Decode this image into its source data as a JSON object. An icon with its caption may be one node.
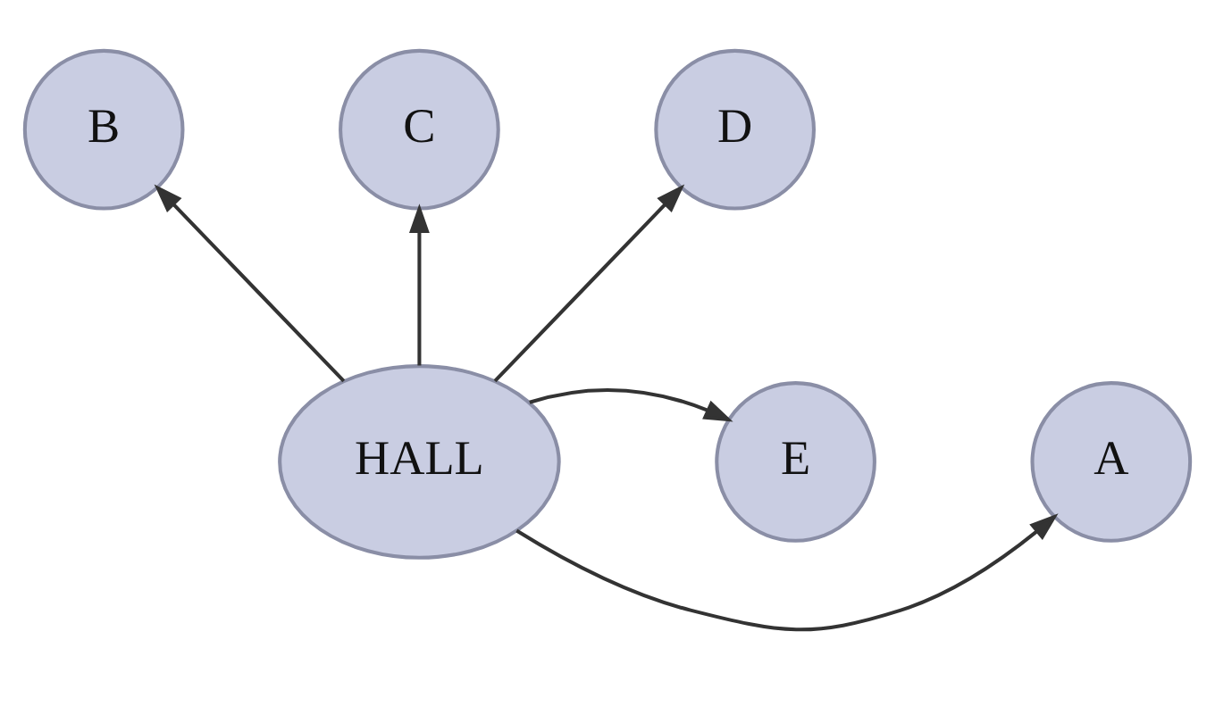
{
  "diagram": {
    "nodes": [
      {
        "text": [
          "C"
        ]
      },
      {
        "text": [
          "B"
        ]
      },
      {
        "text": [
          "D"
        ]
      },
      {
        "text": [
          "A"
        ]
      },
      {
        "text": [
          "HALL"
        ]
      },
      {
        "text": [
          "E"
        ]
      }
    ],
    "edges": [
      {
        "from": 4,
        "to": 3,
        "arrow": "to"
      },
      {
        "from": 4,
        "to": 1,
        "arrow": "to"
      },
      {
        "from": 4,
        "to": 0,
        "arrow": "to"
      },
      {
        "from": 4,
        "to": 2,
        "arrow": "to"
      },
      {
        "from": 4,
        "to": 5,
        "arrow": "to"
      }
    ]
  }
}
